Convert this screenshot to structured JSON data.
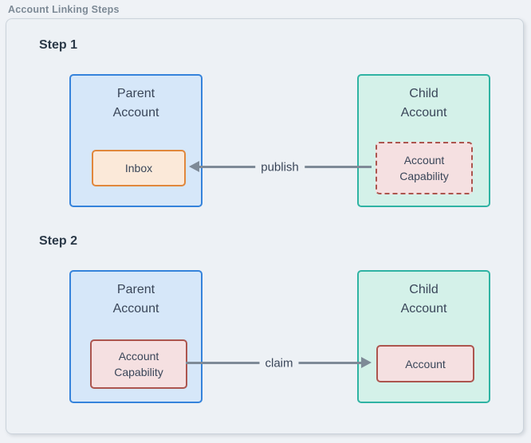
{
  "caption": "Account Linking Steps",
  "colors": {
    "page_bg": "#eff2f6",
    "panel_bg": "#edf1f5",
    "panel_border": "#cbd3db",
    "caption_color": "#7d8a96",
    "heading_color": "#2b3948",
    "node_text": "#3a4659",
    "blue_fill": "#d6e7f9",
    "blue_border": "#3583db",
    "teal_fill": "#d4f1e9",
    "teal_border": "#2fb3a3",
    "orange_fill": "#fbe9d9",
    "orange_border": "#e0873c",
    "pink_fill": "#f5e0e1",
    "pink_border": "#ac554e",
    "arrow_color": "#7e8a97"
  },
  "step1": {
    "label": "Step 1",
    "parent": {
      "title_line1": "Parent",
      "title_line2": "Account",
      "inner": "Inbox"
    },
    "child": {
      "title_line1": "Child",
      "title_line2": "Account",
      "inner_line1": "Account",
      "inner_line2": "Capability"
    },
    "edge": {
      "label": "publish",
      "direction": "right-to-left"
    }
  },
  "step2": {
    "label": "Step 2",
    "parent": {
      "title_line1": "Parent",
      "title_line2": "Account",
      "inner_line1": "Account",
      "inner_line2": "Capability"
    },
    "child": {
      "title_line1": "Child",
      "title_line2": "Account",
      "inner": "Account"
    },
    "edge": {
      "label": "claim",
      "direction": "left-to-right"
    }
  }
}
